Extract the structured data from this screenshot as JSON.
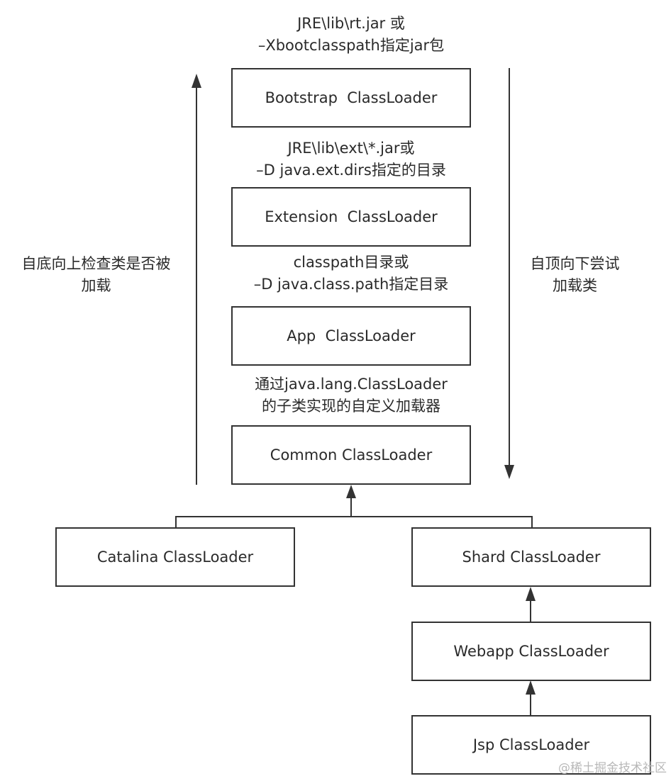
{
  "notes": {
    "bootstrap_source": [
      "JRE\\lib\\rt.jar 或",
      "–Xbootclasspath指定jar包"
    ],
    "extension_source": [
      "JRE\\lib\\ext\\*.jar或",
      "–D java.ext.dirs指定的目录"
    ],
    "app_source": [
      "classpath目录或",
      "–D java.class.path指定目录"
    ],
    "common_source": [
      "通过java.lang.ClassLoader",
      "的子类实现的自定义加载器"
    ]
  },
  "side_labels": {
    "left": [
      "自底向上检查类是否被",
      "加载"
    ],
    "right": [
      "自顶向下尝试",
      "加载类"
    ]
  },
  "boxes": {
    "bootstrap": "Bootstrap  ClassLoader",
    "extension": "Extension  ClassLoader",
    "app": "App  ClassLoader",
    "common": "Common ClassLoader",
    "catalina": "Catalina ClassLoader",
    "shard": "Shard ClassLoader",
    "webapp": "Webapp ClassLoader",
    "jsp": "Jsp ClassLoader"
  },
  "watermark": "@稀土掘金技术社区",
  "colors": {
    "line": "#333333",
    "text": "#2a2a2a",
    "watermark": "#b8b8b8"
  }
}
